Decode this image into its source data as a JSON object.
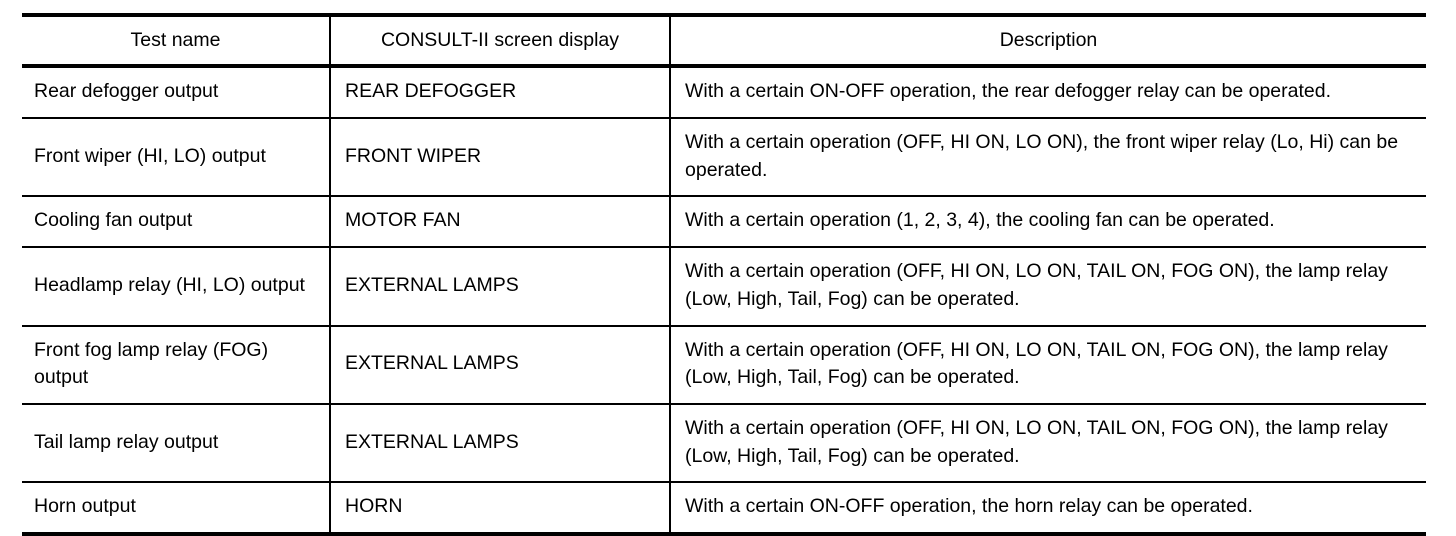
{
  "table": {
    "headers": {
      "test_name": "Test name",
      "screen_display": "CONSULT-II screen display",
      "description": "Description"
    },
    "rows": [
      {
        "test_name": "Rear defogger output",
        "screen_display": "REAR DEFOGGER",
        "description": "With a certain ON-OFF operation, the rear defogger relay can be operated."
      },
      {
        "test_name": "Front wiper (HI, LO) output",
        "screen_display": "FRONT WIPER",
        "description": "With a certain operation (OFF, HI ON, LO ON), the front wiper relay (Lo, Hi) can be operated."
      },
      {
        "test_name": "Cooling fan output",
        "screen_display": "MOTOR FAN",
        "description": "With a certain operation (1, 2, 3, 4), the cooling fan can be operated."
      },
      {
        "test_name": "Headlamp relay (HI, LO) output",
        "screen_display": "EXTERNAL LAMPS",
        "description": "With a certain operation (OFF, HI ON, LO ON, TAIL ON, FOG ON), the lamp relay (Low, High, Tail, Fog) can be operated."
      },
      {
        "test_name": "Front fog lamp relay (FOG) output",
        "screen_display": "EXTERNAL LAMPS",
        "description": "With a certain operation (OFF, HI ON, LO ON, TAIL ON, FOG ON), the lamp relay (Low, High, Tail, Fog) can be operated."
      },
      {
        "test_name": "Tail lamp relay output",
        "screen_display": "EXTERNAL LAMPS",
        "description": "With a certain operation (OFF, HI ON, LO ON, TAIL ON, FOG ON), the lamp relay (Low, High, Tail, Fog) can be operated."
      },
      {
        "test_name": "Horn output",
        "screen_display": "HORN",
        "description": "With a certain ON-OFF operation, the horn relay can be operated."
      }
    ]
  },
  "colors": {
    "text": "#000000",
    "background": "#ffffff",
    "rule": "#000000"
  }
}
